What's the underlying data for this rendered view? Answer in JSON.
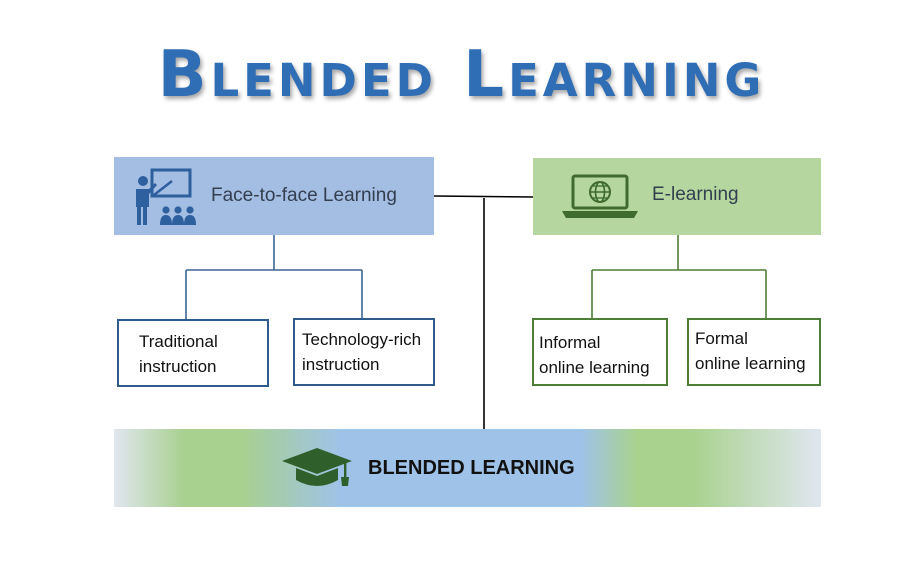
{
  "title": "Blended Learning",
  "face_to_face": {
    "label": "Face-to-face Learning",
    "icon": "teacher-presentation-icon",
    "children": [
      {
        "line1": "Traditional",
        "line2": "instruction"
      },
      {
        "line1": "Technology-rich",
        "line2": "instruction"
      }
    ]
  },
  "e_learning": {
    "label": "E-learning",
    "icon": "laptop-globe-icon",
    "children": [
      {
        "line1": "Informal",
        "line2": "online learning"
      },
      {
        "line1": "Formal",
        "line2": "online learning"
      }
    ]
  },
  "bottom": {
    "label": "BLENDED LEARNING",
    "icon": "graduation-cap-icon"
  },
  "colors": {
    "title_blue": "#2f6db5",
    "face_to_face_fill": "#a4bde3",
    "e_learning_fill": "#b5d69f",
    "icon_blue": "#2e5f9e",
    "icon_green": "#3f6b2f"
  }
}
